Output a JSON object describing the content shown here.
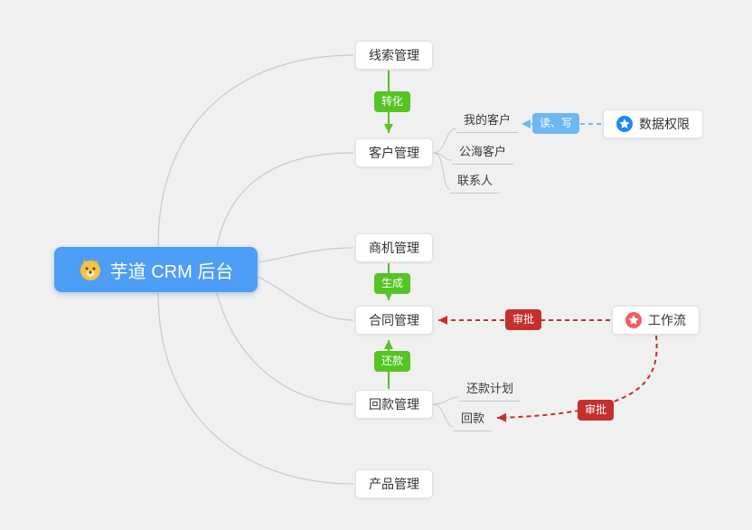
{
  "root": {
    "label": "芋道 CRM 后台",
    "mascot_icon": "dog-face"
  },
  "branches": [
    {
      "label": "线索管理"
    },
    {
      "label": "客户管理"
    },
    {
      "label": "商机管理"
    },
    {
      "label": "合同管理"
    },
    {
      "label": "回款管理"
    },
    {
      "label": "产品管理"
    }
  ],
  "customer_children": [
    {
      "label": "我的客户"
    },
    {
      "label": "公海客户"
    },
    {
      "label": "联系人"
    }
  ],
  "receivable_children": [
    {
      "label": "还款计划"
    },
    {
      "label": "回款"
    }
  ],
  "badges": {
    "convert": "转化",
    "generate": "生成",
    "repay": "还款",
    "read_write": "读、写",
    "approve_contract": "审批",
    "approve_receivable": "审批"
  },
  "side_nodes": {
    "data_permission": {
      "label": "数据权限",
      "icon": "star-circle-blue"
    },
    "workflow": {
      "label": "工作流",
      "icon": "star-circle-red"
    }
  },
  "colors": {
    "background": "#f0f0f0",
    "root_blue": "#4e9df6",
    "green": "#55c425",
    "light_blue": "#6db8f2",
    "red": "#c5302c",
    "line_gray": "#c9c9c9",
    "star_blue": "#1e88f7",
    "star_red": "#f25e5e"
  }
}
